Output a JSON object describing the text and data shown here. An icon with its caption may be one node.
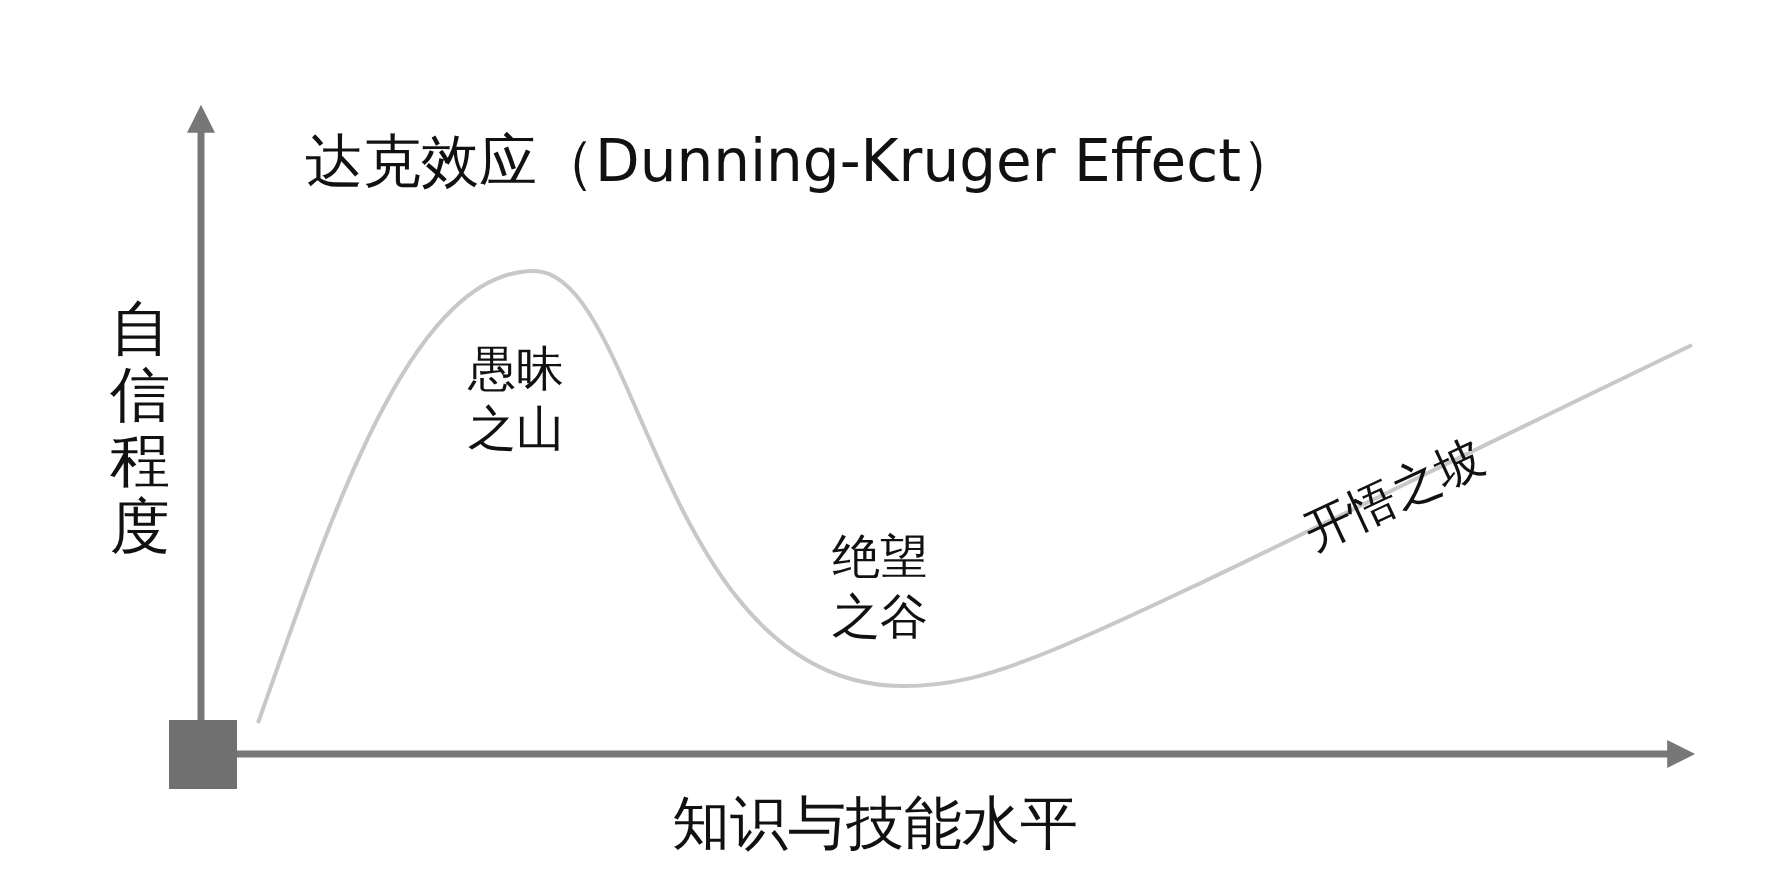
{
  "diagram": {
    "title": "达克效应（Dunning-Kruger Effect）",
    "labels": [
      "自信程度",
      "愚昧之山",
      "绝望之谷",
      "开悟之坡",
      "知识与技能水平"
    ]
  }
}
